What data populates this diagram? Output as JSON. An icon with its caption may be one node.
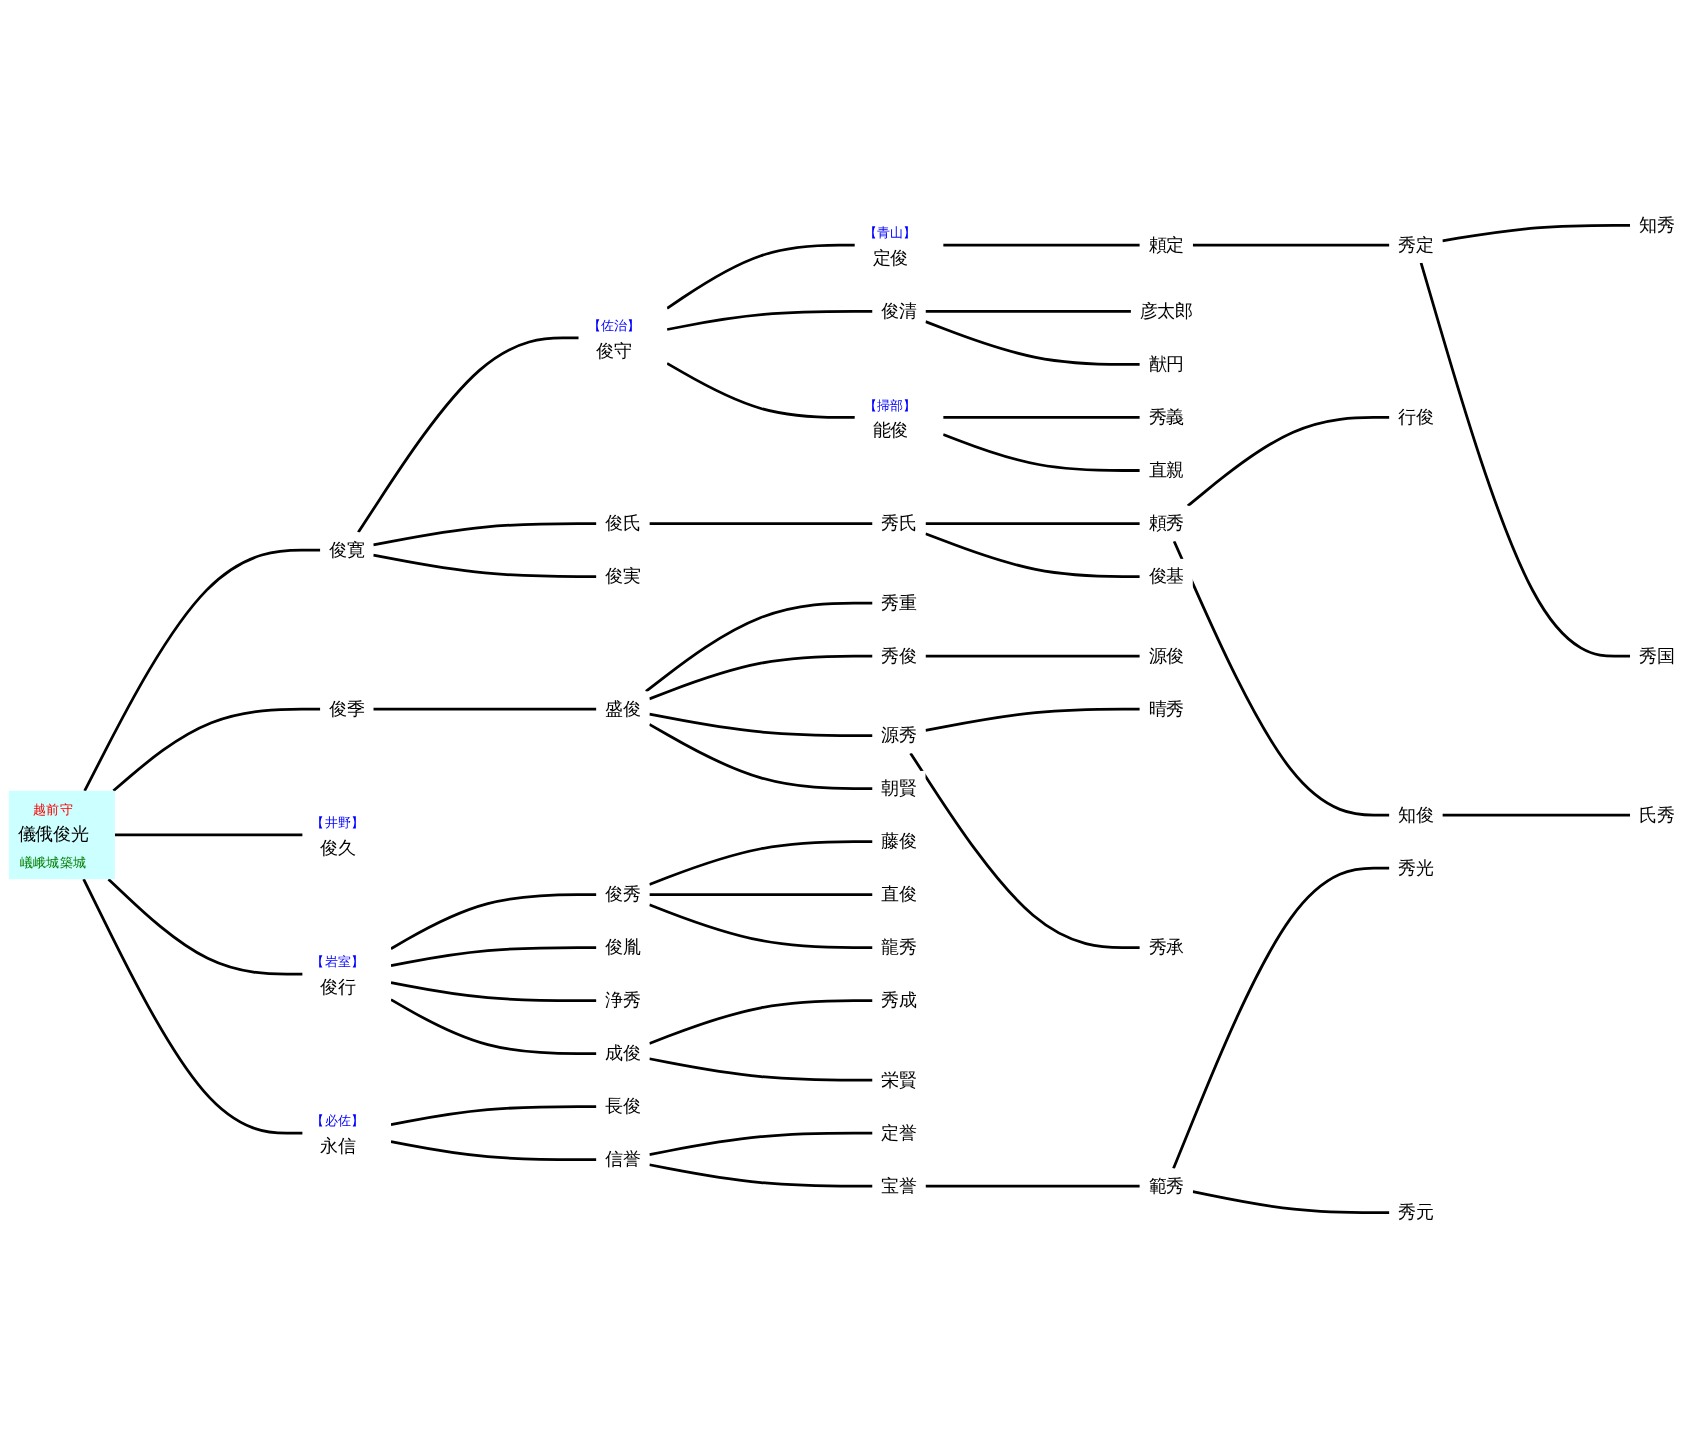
{
  "diagram": {
    "nodes": [
      {
        "text": [
          "越前守",
          "儀俄俊光",
          "嶬峨城築城"
        ]
      },
      {
        "text": [
          "俊寛"
        ]
      },
      {
        "text": [
          "【佐治】",
          "俊守"
        ]
      },
      {
        "text": [
          "【青山】",
          "定俊"
        ]
      },
      {
        "text": [
          "頼定"
        ]
      },
      {
        "text": [
          "秀定"
        ]
      },
      {
        "text": [
          "知秀"
        ]
      },
      {
        "text": [
          "秀国"
        ]
      },
      {
        "text": [
          "俊清"
        ]
      },
      {
        "text": [
          "彦太郎"
        ]
      },
      {
        "text": [
          "猷円"
        ]
      },
      {
        "text": [
          "【掃部】",
          "能俊"
        ]
      },
      {
        "text": [
          "秀義"
        ]
      },
      {
        "text": [
          "直親"
        ]
      },
      {
        "text": [
          "俊氏"
        ]
      },
      {
        "text": [
          "秀氏"
        ]
      },
      {
        "text": [
          "頼秀"
        ]
      },
      {
        "text": [
          "行俊"
        ]
      },
      {
        "text": [
          "知俊"
        ]
      },
      {
        "text": [
          "氏秀"
        ]
      },
      {
        "text": [
          "俊基"
        ]
      },
      {
        "text": [
          "俊実"
        ]
      },
      {
        "text": [
          "俊季"
        ]
      },
      {
        "text": [
          "盛俊"
        ]
      },
      {
        "text": [
          "秀重"
        ]
      },
      {
        "text": [
          "秀俊"
        ]
      },
      {
        "text": [
          "源俊"
        ]
      },
      {
        "text": [
          "源秀"
        ]
      },
      {
        "text": [
          "晴秀"
        ]
      },
      {
        "text": [
          "秀承"
        ]
      },
      {
        "text": [
          "朝賢"
        ]
      },
      {
        "text": [
          "【井野】",
          "俊久"
        ]
      },
      {
        "text": [
          "【岩室】",
          "俊行"
        ]
      },
      {
        "text": [
          "俊秀"
        ]
      },
      {
        "text": [
          "藤俊"
        ]
      },
      {
        "text": [
          "直俊"
        ]
      },
      {
        "text": [
          "龍秀"
        ]
      },
      {
        "text": [
          "俊胤"
        ]
      },
      {
        "text": [
          "浄秀"
        ]
      },
      {
        "text": [
          "成俊"
        ]
      },
      {
        "text": [
          "秀成"
        ]
      },
      {
        "text": [
          "栄賢"
        ]
      },
      {
        "text": [
          "【必佐】",
          "永信"
        ]
      },
      {
        "text": [
          "長俊"
        ]
      },
      {
        "text": [
          "信誉"
        ]
      },
      {
        "text": [
          "定誉"
        ]
      },
      {
        "text": [
          "宝誉"
        ]
      },
      {
        "text": [
          "範秀"
        ]
      },
      {
        "text": [
          "秀光"
        ]
      },
      {
        "text": [
          "秀元"
        ]
      }
    ],
    "edges": [
      {
        "from": 0,
        "to": 1,
        "arrow": "none"
      },
      {
        "from": 1,
        "to": 2,
        "arrow": "none"
      },
      {
        "from": 2,
        "to": 3,
        "arrow": "none"
      },
      {
        "from": 3,
        "to": 4,
        "arrow": "none"
      },
      {
        "from": 4,
        "to": 5,
        "arrow": "none"
      },
      {
        "from": 5,
        "to": 6,
        "arrow": "none"
      },
      {
        "from": 5,
        "to": 7,
        "arrow": "none"
      },
      {
        "from": 2,
        "to": 8,
        "arrow": "none"
      },
      {
        "from": 8,
        "to": 9,
        "arrow": "none"
      },
      {
        "from": 8,
        "to": 10,
        "arrow": "none"
      },
      {
        "from": 2,
        "to": 11,
        "arrow": "none"
      },
      {
        "from": 11,
        "to": 12,
        "arrow": "none"
      },
      {
        "from": 11,
        "to": 13,
        "arrow": "none"
      },
      {
        "from": 1,
        "to": 14,
        "arrow": "none"
      },
      {
        "from": 14,
        "to": 15,
        "arrow": "none"
      },
      {
        "from": 15,
        "to": 16,
        "arrow": "none"
      },
      {
        "from": 16,
        "to": 17,
        "arrow": "none"
      },
      {
        "from": 16,
        "to": 18,
        "arrow": "none"
      },
      {
        "from": 18,
        "to": 19,
        "arrow": "none"
      },
      {
        "from": 15,
        "to": 20,
        "arrow": "none"
      },
      {
        "from": 1,
        "to": 21,
        "arrow": "none"
      },
      {
        "from": 0,
        "to": 22,
        "arrow": "none"
      },
      {
        "from": 22,
        "to": 23,
        "arrow": "none"
      },
      {
        "from": 23,
        "to": 24,
        "arrow": "none"
      },
      {
        "from": 23,
        "to": 25,
        "arrow": "none"
      },
      {
        "from": 25,
        "to": 26,
        "arrow": "none"
      },
      {
        "from": 23,
        "to": 27,
        "arrow": "none"
      },
      {
        "from": 27,
        "to": 28,
        "arrow": "none"
      },
      {
        "from": 27,
        "to": 29,
        "arrow": "none"
      },
      {
        "from": 23,
        "to": 30,
        "arrow": "none"
      },
      {
        "from": 0,
        "to": 31,
        "arrow": "none"
      },
      {
        "from": 0,
        "to": 32,
        "arrow": "none"
      },
      {
        "from": 32,
        "to": 33,
        "arrow": "none"
      },
      {
        "from": 33,
        "to": 34,
        "arrow": "none"
      },
      {
        "from": 33,
        "to": 35,
        "arrow": "none"
      },
      {
        "from": 33,
        "to": 36,
        "arrow": "none"
      },
      {
        "from": 32,
        "to": 37,
        "arrow": "none"
      },
      {
        "from": 32,
        "to": 38,
        "arrow": "none"
      },
      {
        "from": 32,
        "to": 39,
        "arrow": "none"
      },
      {
        "from": 39,
        "to": 40,
        "arrow": "none"
      },
      {
        "from": 39,
        "to": 41,
        "arrow": "none"
      },
      {
        "from": 0,
        "to": 42,
        "arrow": "none"
      },
      {
        "from": 42,
        "to": 43,
        "arrow": "none"
      },
      {
        "from": 42,
        "to": 44,
        "arrow": "none"
      },
      {
        "from": 44,
        "to": 45,
        "arrow": "none"
      },
      {
        "from": 44,
        "to": 46,
        "arrow": "none"
      },
      {
        "from": 46,
        "to": 47,
        "arrow": "none"
      },
      {
        "from": 47,
        "to": 48,
        "arrow": "none"
      },
      {
        "from": 47,
        "to": 49,
        "arrow": "none"
      }
    ]
  }
}
